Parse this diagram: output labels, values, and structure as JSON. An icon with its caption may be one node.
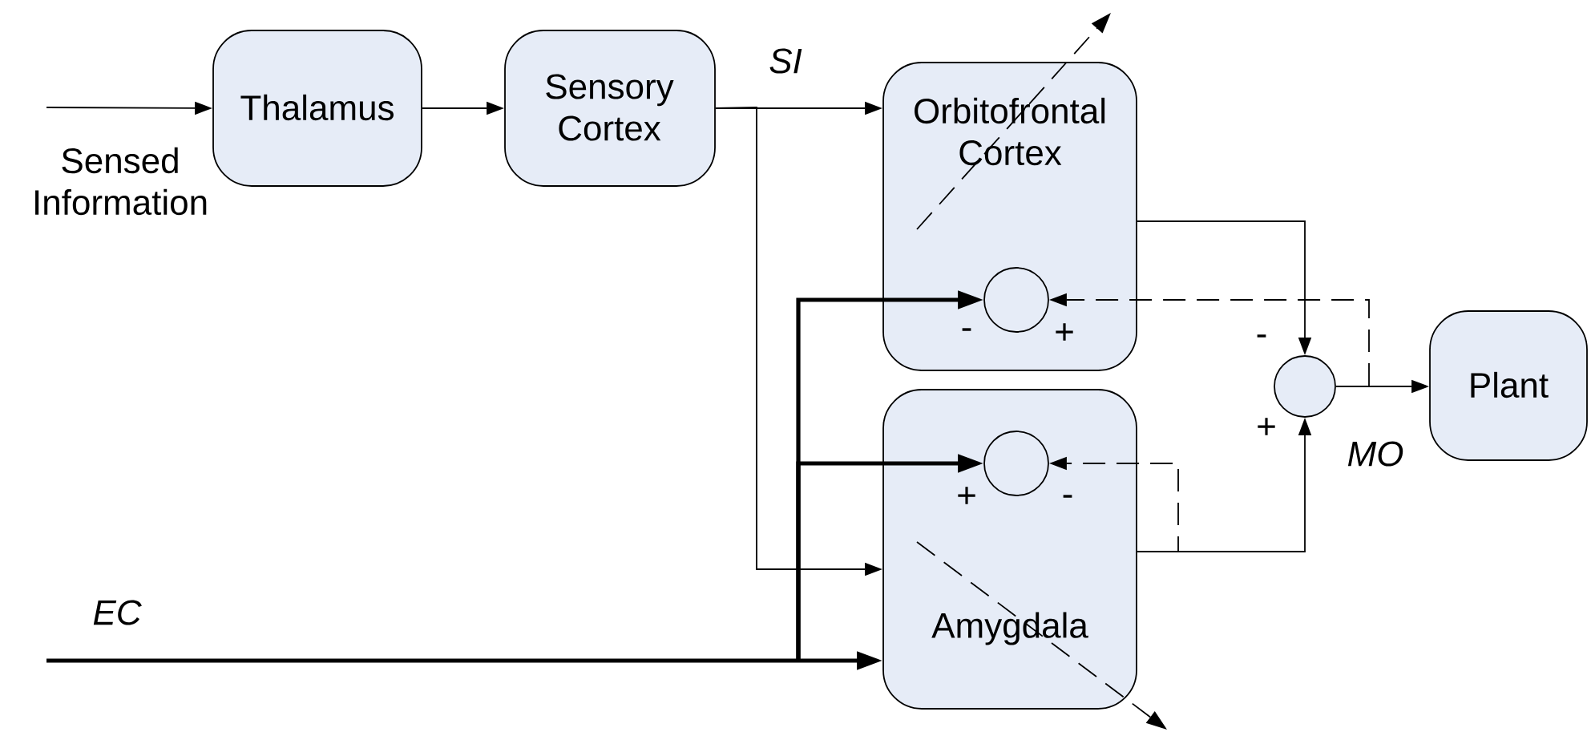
{
  "diagram": {
    "nodes": [
      {
        "text": [
          "Thalamus"
        ]
      },
      {
        "text": [
          "Sensory Cortex"
        ]
      },
      {
        "text": [
          "Orbitofrontal Cortex"
        ]
      },
      {
        "text": [],
        "shape": "circle",
        "in": 2
      },
      {
        "text": [
          "Amygdala"
        ]
      },
      {
        "text": [],
        "shape": "circle",
        "in": 4
      },
      {
        "text": [],
        "shape": "circle"
      },
      {
        "text": [
          "Plant"
        ]
      }
    ],
    "edges": [
      {
        "from": null,
        "to": 0,
        "arrow": "to",
        "label": "Sensed Information"
      },
      {
        "from": 0,
        "to": 1,
        "arrow": "to"
      },
      {
        "from": 1,
        "to": 2,
        "arrow": "to",
        "label": "SI"
      },
      {
        "from": 1,
        "to": 4,
        "arrow": "to"
      },
      {
        "from": null,
        "to": 4,
        "arrow": "to",
        "style": "thick",
        "label": "EC"
      },
      {
        "from": null,
        "to": 3,
        "arrow": "to",
        "style": "thick"
      },
      {
        "from": null,
        "to": 5,
        "arrow": "to",
        "style": "thick"
      },
      {
        "from": 2,
        "to": 6,
        "arrow": "to"
      },
      {
        "from": 4,
        "to": 6,
        "arrow": "to"
      },
      {
        "from": 6,
        "to": 7,
        "arrow": "to"
      },
      {
        "from": 6,
        "to": 3,
        "arrow": "to",
        "style": "dashed"
      },
      {
        "from": 4,
        "to": 5,
        "arrow": "to",
        "style": "dashed"
      }
    ],
    "labels": [
      "-",
      "+",
      "-",
      "+",
      "MO",
      "+",
      "-"
    ]
  }
}
